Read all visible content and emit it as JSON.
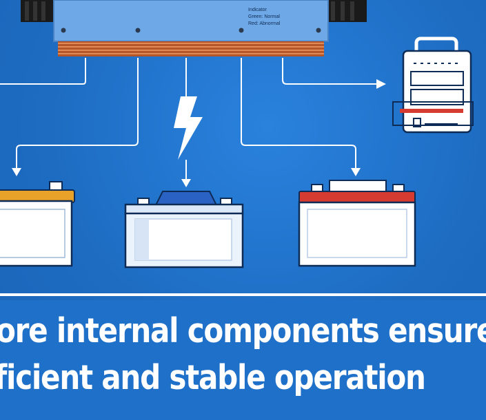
{
  "controller": {
    "indicator_title": "Indicator",
    "indicator_green": "Green: Normal",
    "indicator_red": "Red: Abnormal"
  },
  "headline": {
    "line1": "ore internal components ensure",
    "line2": "ficient and stable operation"
  },
  "colors": {
    "background": "#1f6fc6",
    "controller_body": "#6fa8e6",
    "heatsink": "#c8602c",
    "battery_left_accent": "#e8a22a",
    "battery_center_accent": "#2a62c4",
    "battery_right_accent": "#d63b32",
    "text": "#ffffff"
  }
}
